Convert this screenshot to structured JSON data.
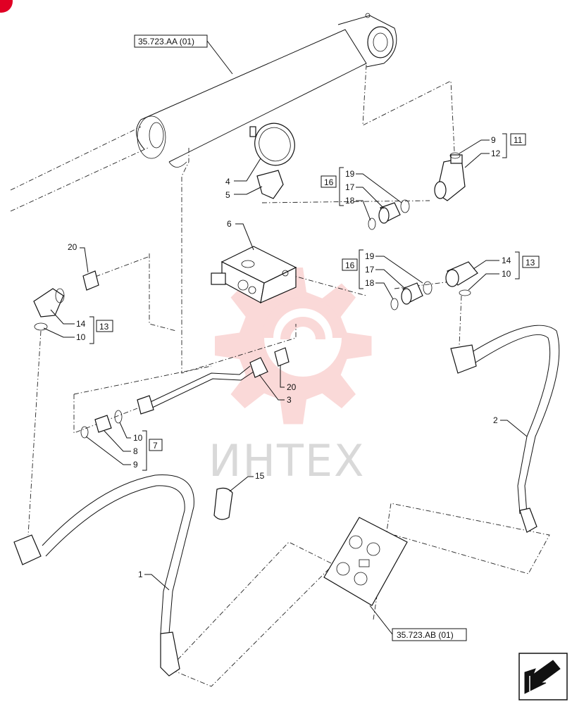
{
  "references": {
    "top": "35.723.AA (01)",
    "bottom": "35.723.AB (01)"
  },
  "callouts": {
    "c1": "1",
    "c2": "2",
    "c3": "3",
    "c4": "4",
    "c5": "5",
    "c6": "6",
    "c9a": "9",
    "c12": "12",
    "c11": "11",
    "c19a": "19",
    "c17a": "17",
    "c18a": "18",
    "c16a": "16",
    "c19b": "19",
    "c17b": "17",
    "c18b": "18",
    "c16b": "16",
    "c14a": "14",
    "c10a": "10",
    "c13a": "13",
    "c14b": "14",
    "c10b": "10",
    "c13b": "13",
    "c20a": "20",
    "c20b": "20",
    "c10c": "10",
    "c8": "8",
    "c9b": "9",
    "c7": "7",
    "c15": "15"
  },
  "watermark": {
    "text": "ИНТЕХ",
    "color": "#e8312f"
  },
  "icons": {
    "corner_badge": "red-corner-badge",
    "nav": "next-page-arrow-icon"
  }
}
